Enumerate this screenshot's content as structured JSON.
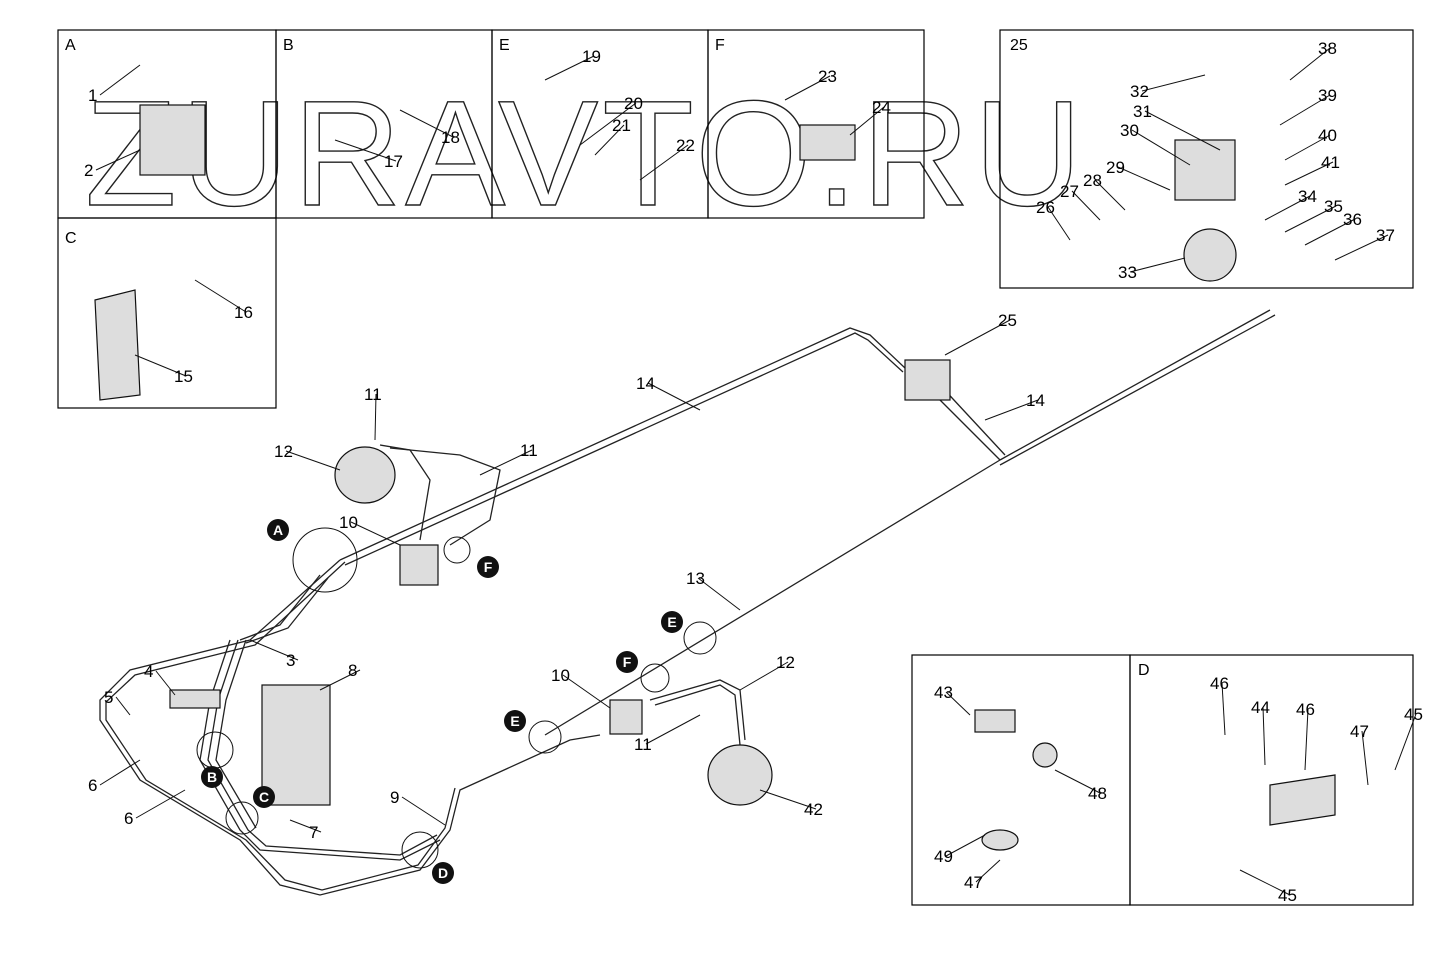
{
  "watermark": "ZURAVTO.RU",
  "panels": [
    {
      "id": "A",
      "label": "A"
    },
    {
      "id": "B",
      "label": "B"
    },
    {
      "id": "E",
      "label": "E"
    },
    {
      "id": "F",
      "label": "F"
    },
    {
      "id": "C",
      "label": "C"
    },
    {
      "id": "25",
      "label": "25"
    },
    {
      "id": "sub",
      "label": ""
    },
    {
      "id": "D",
      "label": "D"
    }
  ],
  "callouts": [
    "1",
    "2",
    "17",
    "18",
    "19",
    "20",
    "21",
    "22",
    "23",
    "24",
    "16",
    "15",
    "38",
    "32",
    "31",
    "39",
    "30",
    "40",
    "29",
    "41",
    "28",
    "27",
    "26",
    "34",
    "35",
    "36",
    "37",
    "33",
    "25",
    "14",
    "14",
    "11",
    "12",
    "11",
    "10",
    "13",
    "3",
    "4",
    "8",
    "5",
    "6",
    "6",
    "7",
    "9",
    "10",
    "11",
    "12",
    "42",
    "43",
    "48",
    "49",
    "47",
    "46",
    "44",
    "46",
    "47",
    "45",
    "45"
  ],
  "markers": [
    "A",
    "F",
    "E",
    "F",
    "E",
    "B",
    "C",
    "D"
  ],
  "colors": {
    "line": "#111111",
    "marker": "#111111",
    "part_fill": "#dddddd"
  }
}
